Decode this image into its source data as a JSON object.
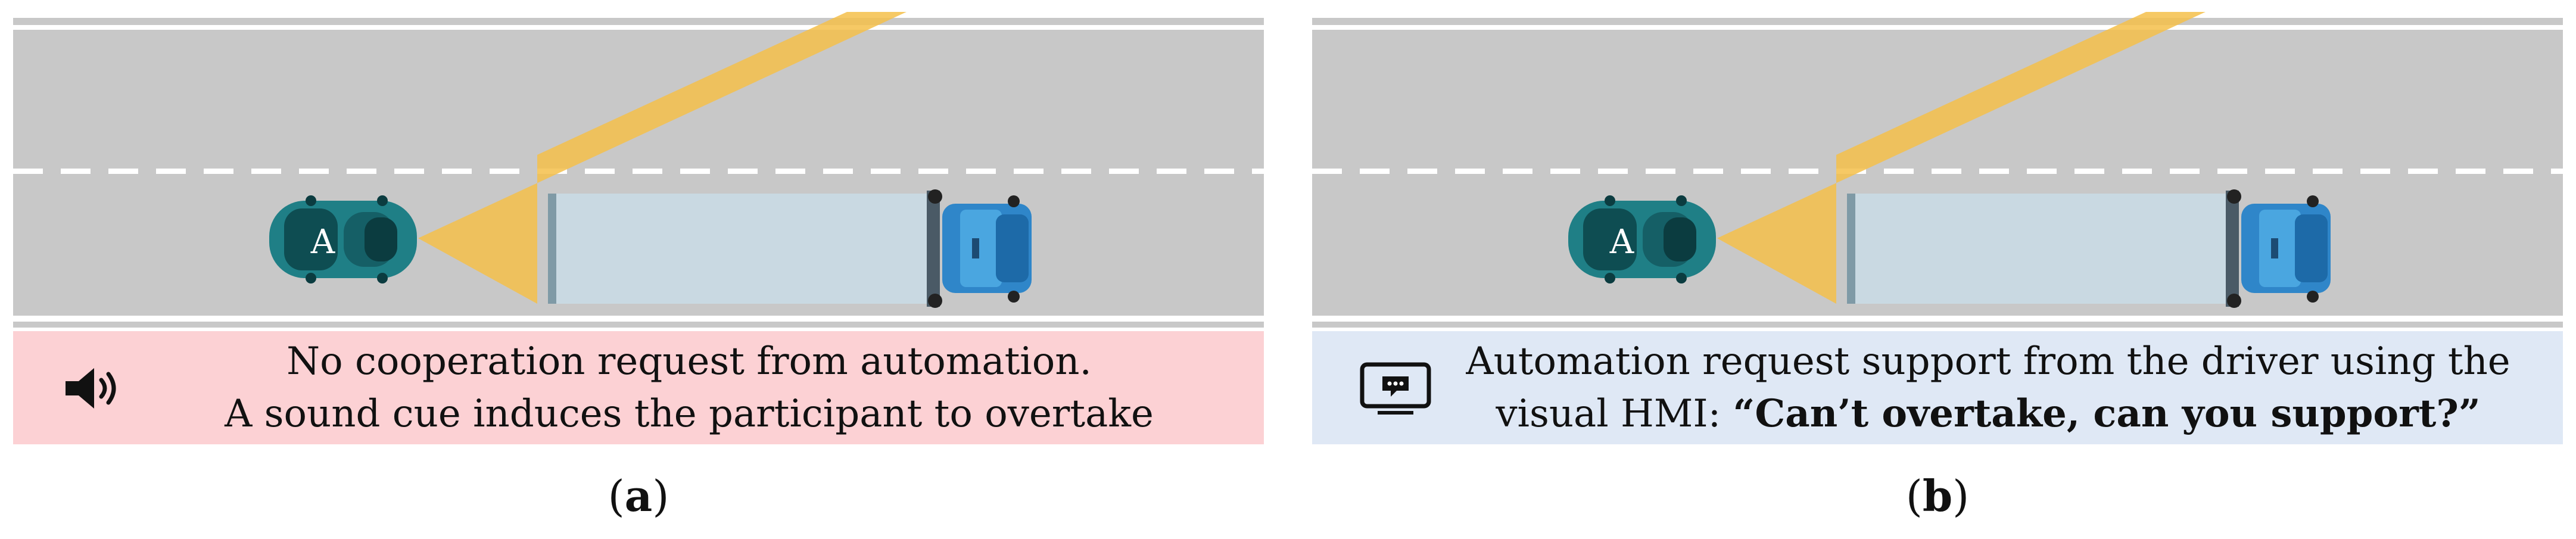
{
  "colors": {
    "road": "#c8c8c8",
    "road_edge": "#ffffff",
    "lane_marking": "#ffffff",
    "sensor_beam": "#f5c04a",
    "trailer": "#c9d9e2",
    "truck_cab": "#2f86c9",
    "car_body": "#1f7f86",
    "panel_a_caption_bg": "#fcd1d4",
    "panel_b_caption_bg": "#dfe8f5"
  },
  "panels": [
    {
      "id": "a",
      "car_label": "A",
      "icon": "speaker-icon",
      "caption_lines": [
        {
          "parts": [
            {
              "text": "No cooperation request from automation.",
              "bold": false
            }
          ]
        },
        {
          "parts": [
            {
              "text": "A sound cue induces the participant to overtake",
              "bold": false
            }
          ]
        }
      ],
      "label_open": "(",
      "label": "a",
      "label_close": ")"
    },
    {
      "id": "b",
      "car_label": "A",
      "icon": "chat-screen-icon",
      "caption_lines": [
        {
          "parts": [
            {
              "text": "Automation request support from the driver using the",
              "bold": false
            }
          ]
        },
        {
          "parts": [
            {
              "text": "visual HMI: ",
              "bold": false
            },
            {
              "text": "“Can’t overtake, can you support?”",
              "bold": true
            }
          ]
        }
      ],
      "label_open": "(",
      "label": "b",
      "label_close": ")"
    }
  ]
}
